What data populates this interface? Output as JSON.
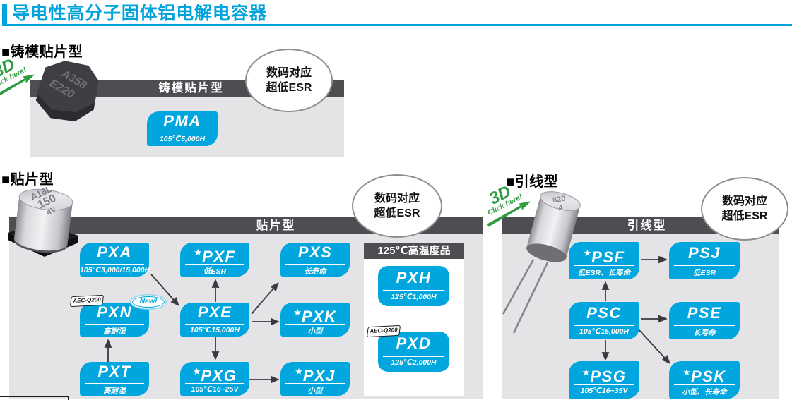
{
  "page": {
    "title": "导电性高分子固体铝电解电容器"
  },
  "bubble": {
    "line1": "数码对应",
    "line2": "超低ESR"
  },
  "badges": {
    "aec": "AEC-Q200",
    "new": "New!",
    "star": "★",
    "ribbon_3d": "3D",
    "ribbon_click": "Click here!"
  },
  "sections": {
    "molded": {
      "heading": "■铸模贴片型",
      "panel_title": "铸模贴片型",
      "box": {
        "name": "PMA",
        "sub": "105℃5,000H"
      },
      "cap_labels": [
        "A358",
        "E220"
      ]
    },
    "chip": {
      "heading": "■贴片型",
      "panel_title": "贴片型",
      "boxes": [
        {
          "name": "PXA",
          "sub": "105℃3,000/15,000H"
        },
        {
          "name": "PXF",
          "sub": "低ESR"
        },
        {
          "name": "PXS",
          "sub": "长寿命"
        },
        {
          "name": "PXN",
          "sub": "高耐湿"
        },
        {
          "name": "PXE",
          "sub": "105℃15,000H"
        },
        {
          "name": "PXK",
          "sub": "小型"
        },
        {
          "name": "PXT",
          "sub": "高耐湿"
        },
        {
          "name": "PXG",
          "sub": "105℃16~25V"
        },
        {
          "name": "PXJ",
          "sub": "小型"
        }
      ],
      "cap_labels": [
        "A16L",
        "150",
        "4V"
      ],
      "high_temp": {
        "title": "125℃高温度品",
        "boxes": [
          {
            "name": "PXH",
            "sub": "125℃1,000H"
          },
          {
            "name": "PXD",
            "sub": "125℃2,000H"
          }
        ]
      }
    },
    "lead": {
      "heading": "■引线型",
      "panel_title": "引线型",
      "boxes": [
        {
          "name": "PSF",
          "sub": "低ESR、长寿命"
        },
        {
          "name": "PSJ",
          "sub": "低ESR"
        },
        {
          "name": "PSC",
          "sub": "105℃15,000H"
        },
        {
          "name": "PSE",
          "sub": "长寿命"
        },
        {
          "name": "PSG",
          "sub": "105℃16~35V"
        },
        {
          "name": "PSK",
          "sub": "小型、长寿命"
        }
      ],
      "cap_labels": [
        "820",
        "4"
      ]
    }
  },
  "colors": {
    "accent": "#00A6DD",
    "header_bar": "#4D4D52",
    "panel_gray": "#E4E4E6",
    "ribbon_green": "#2E9B41"
  }
}
